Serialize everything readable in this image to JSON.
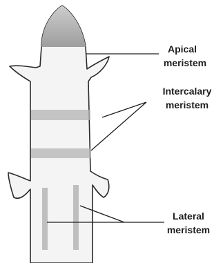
{
  "labels": {
    "apical": [
      "Apical",
      "meristem"
    ],
    "intercalary": [
      "Intercalary",
      "meristem"
    ],
    "lateral": [
      "Lateral",
      "meristem"
    ]
  },
  "colors": {
    "stem_fill": "#f4f4f4",
    "stem_outline": "#2a2a2a",
    "meristem_band": "#b4b4b4",
    "meristem_tip": "#a9a9a9",
    "leader_line": "#1e1e1e",
    "label_text": "#1e1e1e"
  }
}
